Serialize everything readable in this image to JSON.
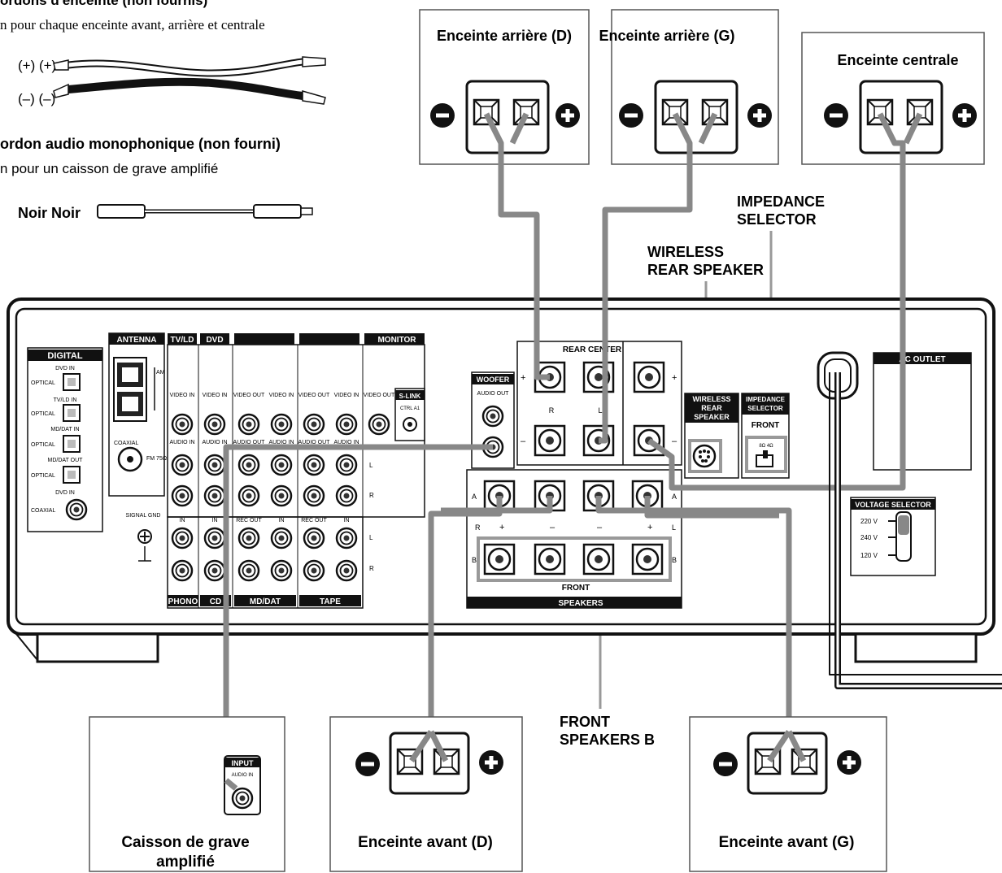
{
  "legend": {
    "speaker_cord_title": "ordons d'enceinte (non fournis)",
    "speaker_cord_desc": "n pour chaque enceinte avant, arrière et centrale",
    "plus_label": "(+) (+)",
    "minus_label": "(–) (–)",
    "mono_cord_title": "ordon audio monophonique (non fourni)",
    "mono_cord_desc": "n pour un caisson de grave amplifié",
    "mono_cord_plugs": "Noir Noir"
  },
  "speakers": {
    "rear_right": "Enceinte arrière (D)",
    "rear_left": "Enceinte arrière (G)",
    "center": "Enceinte centrale",
    "front_right": "Enceinte avant (D)",
    "front_left": "Enceinte avant (G)",
    "subwoofer_line1": "Caisson de grave",
    "subwoofer_line2": "amplifié",
    "sub_input_label": "INPUT",
    "sub_audio_in": "AUDIO IN"
  },
  "callouts": {
    "impedance_line1": "IMPEDANCE",
    "impedance_line2": "SELECTOR",
    "wireless_line1": "WIRELESS",
    "wireless_line2": "REAR SPEAKER",
    "front_b_line1": "FRONT",
    "front_b_line2": "SPEAKERS B"
  },
  "panel": {
    "digital": "DIGITAL",
    "dvd_in": "DVD IN",
    "optical": "OPTICAL",
    "tvld_in": "TV/LD IN",
    "mddat_in": "MD/DAT IN",
    "mddat_out": "MD/DAT OUT",
    "coaxial": "COAXIAL",
    "antenna": "ANTENNA",
    "am": "AM",
    "fm": "FM 75Ω",
    "coaxial_ant": "COAXIAL",
    "signal_gnd": "SIGNAL GND",
    "tvld": "TV/LD",
    "dvd": "DVD",
    "monitor": "MONITOR",
    "video_in": "VIDEO IN",
    "video_out": "VIDEO OUT",
    "audio_in": "AUDIO IN",
    "audio_out": "AUDIO OUT",
    "rec_out": "REC OUT",
    "in": "IN",
    "l": "L",
    "r": "R",
    "phono": "PHONO",
    "cd": "CD",
    "mddat": "MD/DAT",
    "tape": "TAPE",
    "slink": "S-LINK",
    "ctrl_a1": "CTRL A1",
    "woofer": "WOOFER",
    "woofer_audio_out": "AUDIO OUT",
    "rear_center": "REAR CENTER",
    "rear_r": "R",
    "rear_l": "L",
    "plus": "+",
    "minus": "–",
    "a": "A",
    "b": "B",
    "front": "FRONT",
    "speakers": "SPEAKERS",
    "wireless_box": "WIRELESS REAR SPEAKER",
    "impedance_box": "IMPEDANCE SELECTOR",
    "impedance_front": "FRONT",
    "impedance_ohm": "8Ω 4Ω",
    "ac_outlet": "AC OUTLET",
    "voltage_selector": "VOLTAGE SELECTOR",
    "v220": "220 V",
    "v240": "240 V",
    "v120": "120 V"
  }
}
